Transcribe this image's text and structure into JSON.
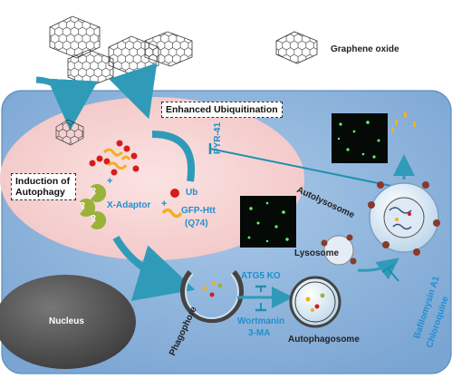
{
  "labels": {
    "graphene_oxide": "Graphene oxide",
    "enhanced_ubiquitination": "Enhanced Ubiquitination",
    "induction_of_autophagy": "Induction of Autophagy",
    "x_adaptor": "X-Adaptor",
    "ub": "Ub",
    "gfp_htt": "GFP-Htt",
    "q74": "(Q74)",
    "pyr41": "PYR-41",
    "autolysosome": "Autolysosome",
    "lysosome": "Lysosome",
    "bafilomycin": "Bafilomysin A1",
    "chloroquine": "Chloroquine",
    "atg5ko": "ATG5 KO",
    "wortmanin": "Wortmanin",
    "three_ma": "3-MA",
    "phagophore": "Phagophore",
    "autophagosome": "Autophagosome",
    "nucleus": "Nucleus",
    "question_mark": "?",
    "plus": "+"
  },
  "colors": {
    "cell_fill": "#8fb5dc",
    "cytoplasm_pink": "#f6d2d2",
    "arrow_teal": "#2f9bb8",
    "inhibitor_teal": "#1f8fb0",
    "ub_red": "#d61c1c",
    "htt_yellow": "#f2b01e",
    "adaptor_green": "#9bb23a",
    "nucleus_gray": "#555555",
    "lysosome_brown": "#8a3a2a",
    "label_blue": "#1f8fd0"
  }
}
